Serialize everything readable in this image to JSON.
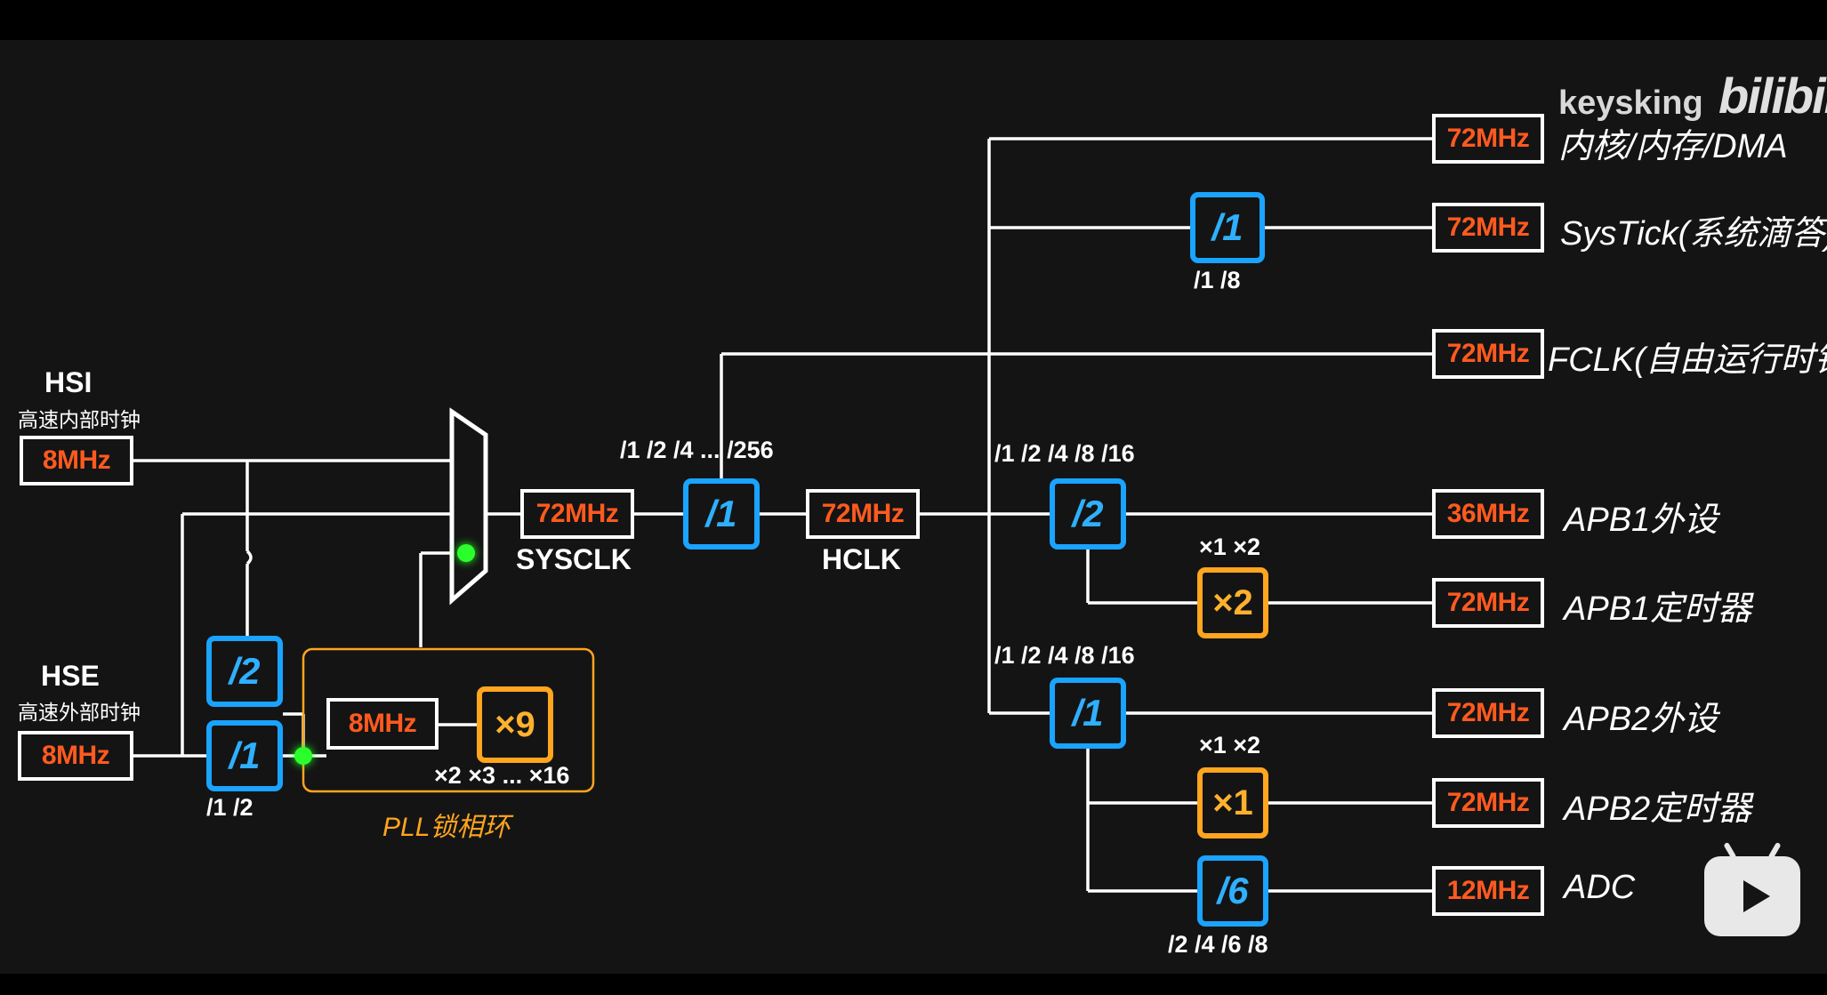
{
  "watermark": {
    "author": "keysking",
    "platform": "bilibili"
  },
  "sources": {
    "hsi": {
      "name": "HSI",
      "desc": "高速内部时钟",
      "freq": "8MHz"
    },
    "hse": {
      "name": "HSE",
      "desc": "高速外部时钟",
      "freq": "8MHz"
    }
  },
  "pll": {
    "label": "PLL锁相环",
    "input_freq": "8MHz",
    "multiplier": "×9",
    "multiplier_options": "×2 ×3 ... ×16",
    "hsi_div": "/2",
    "hse_div": "/1",
    "hse_div_options": "/1  /2"
  },
  "sysclk": {
    "freq": "72MHz",
    "label": "SYSCLK"
  },
  "ahb": {
    "prescaler": "/1",
    "options": "/1 /2 /4  ... /256"
  },
  "hclk": {
    "freq": "72MHz",
    "label": "HCLK"
  },
  "systick": {
    "prescaler": "/1",
    "options": "/1  /8"
  },
  "apb1": {
    "prescaler": "/2",
    "options": "/1 /2 /4 /8 /16",
    "timer_mul": "×2",
    "timer_mul_options": "×1 ×2"
  },
  "apb2": {
    "prescaler": "/1",
    "options": "/1 /2 /4 /8 /16",
    "timer_mul": "×1",
    "timer_mul_options": "×1 ×2"
  },
  "adc": {
    "prescaler": "/6",
    "options": "/2 /4 /6 /8"
  },
  "outputs": [
    {
      "freq": "72MHz",
      "label": "内核/内存/DMA"
    },
    {
      "freq": "72MHz",
      "label": "SysTick(系统滴答)"
    },
    {
      "freq": "72MHz",
      "label": "FCLK(自由运行时钟)"
    },
    {
      "freq": "36MHz",
      "label": "APB1外设"
    },
    {
      "freq": "72MHz",
      "label": "APB1定时器"
    },
    {
      "freq": "72MHz",
      "label": "APB2外设"
    },
    {
      "freq": "72MHz",
      "label": "APB2定时器"
    },
    {
      "freq": "12MHz",
      "label": "ADC"
    }
  ],
  "colors": {
    "background": "#141414",
    "wire": "#ffffff",
    "freq_text": "#ff5a1f",
    "divider": "#1aa3ff",
    "multiplier": "#ffa51e",
    "active_dot": "#2bff2b"
  }
}
